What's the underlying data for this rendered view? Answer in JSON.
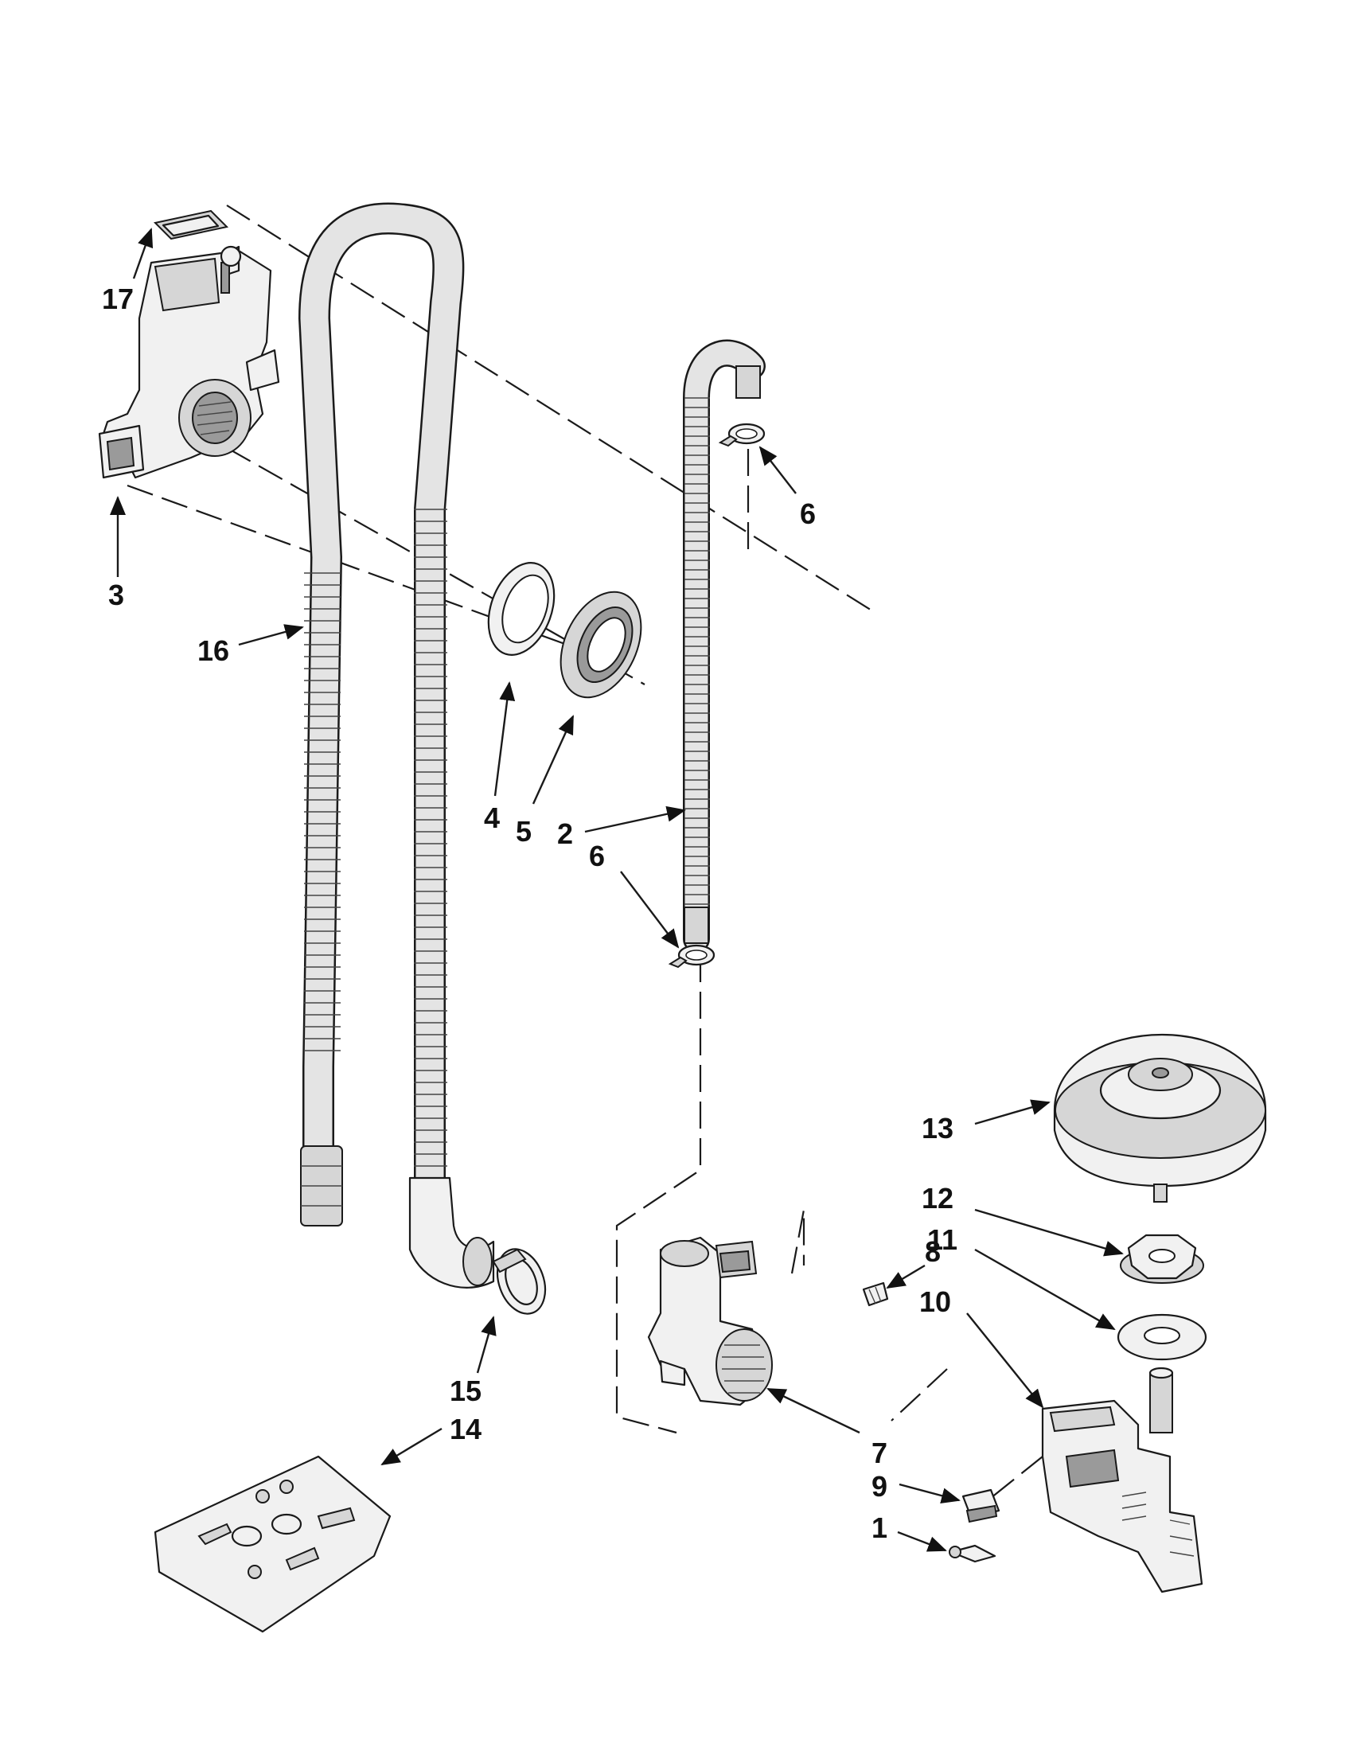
{
  "callouts": [
    {
      "id": "c1",
      "label": "1"
    },
    {
      "id": "c2",
      "label": "2"
    },
    {
      "id": "c3",
      "label": "3"
    },
    {
      "id": "c4",
      "label": "4"
    },
    {
      "id": "c5",
      "label": "5"
    },
    {
      "id": "c6a",
      "label": "6"
    },
    {
      "id": "c6b",
      "label": "6"
    },
    {
      "id": "c7",
      "label": "7"
    },
    {
      "id": "c8",
      "label": "8"
    },
    {
      "id": "c9",
      "label": "9"
    },
    {
      "id": "c10",
      "label": "10"
    },
    {
      "id": "c11",
      "label": "11"
    },
    {
      "id": "c12",
      "label": "12"
    },
    {
      "id": "c13",
      "label": "13"
    },
    {
      "id": "c14",
      "label": "14"
    },
    {
      "id": "c15",
      "label": "15"
    },
    {
      "id": "c16",
      "label": "16"
    },
    {
      "id": "c17",
      "label": "17"
    }
  ]
}
